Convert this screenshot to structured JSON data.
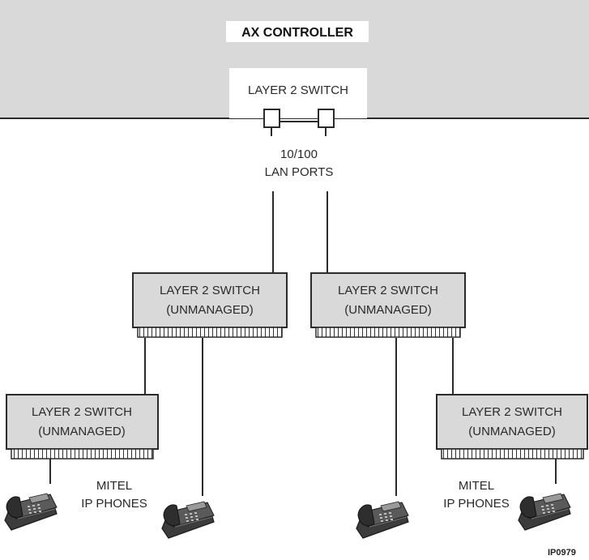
{
  "controller": {
    "title": "AX CONTROLLER",
    "internal_switch_label": "LAYER 2 SWITCH"
  },
  "lan_ports_label": [
    "10/100",
    "LAN PORTS"
  ],
  "switches": [
    {
      "id": "sw-mid-left",
      "line1": "LAYER 2 SWITCH",
      "line2": "(UNMANAGED)"
    },
    {
      "id": "sw-mid-right",
      "line1": "LAYER 2 SWITCH",
      "line2": "(UNMANAGED)"
    },
    {
      "id": "sw-bottom-left",
      "line1": "LAYER 2 SWITCH",
      "line2": "(UNMANAGED)"
    },
    {
      "id": "sw-bottom-right",
      "line1": "LAYER 2 SWITCH",
      "line2": "(UNMANAGED)"
    }
  ],
  "phone_labels": [
    {
      "line1": "MITEL",
      "line2": "IP PHONES"
    },
    {
      "line1": "MITEL",
      "line2": "IP PHONES"
    }
  ],
  "figure_ref": "IP0979",
  "colors": {
    "box_fill": "#d9d9d9",
    "stroke": "#2b2b2b",
    "phone_body": "#4a4a4a"
  }
}
